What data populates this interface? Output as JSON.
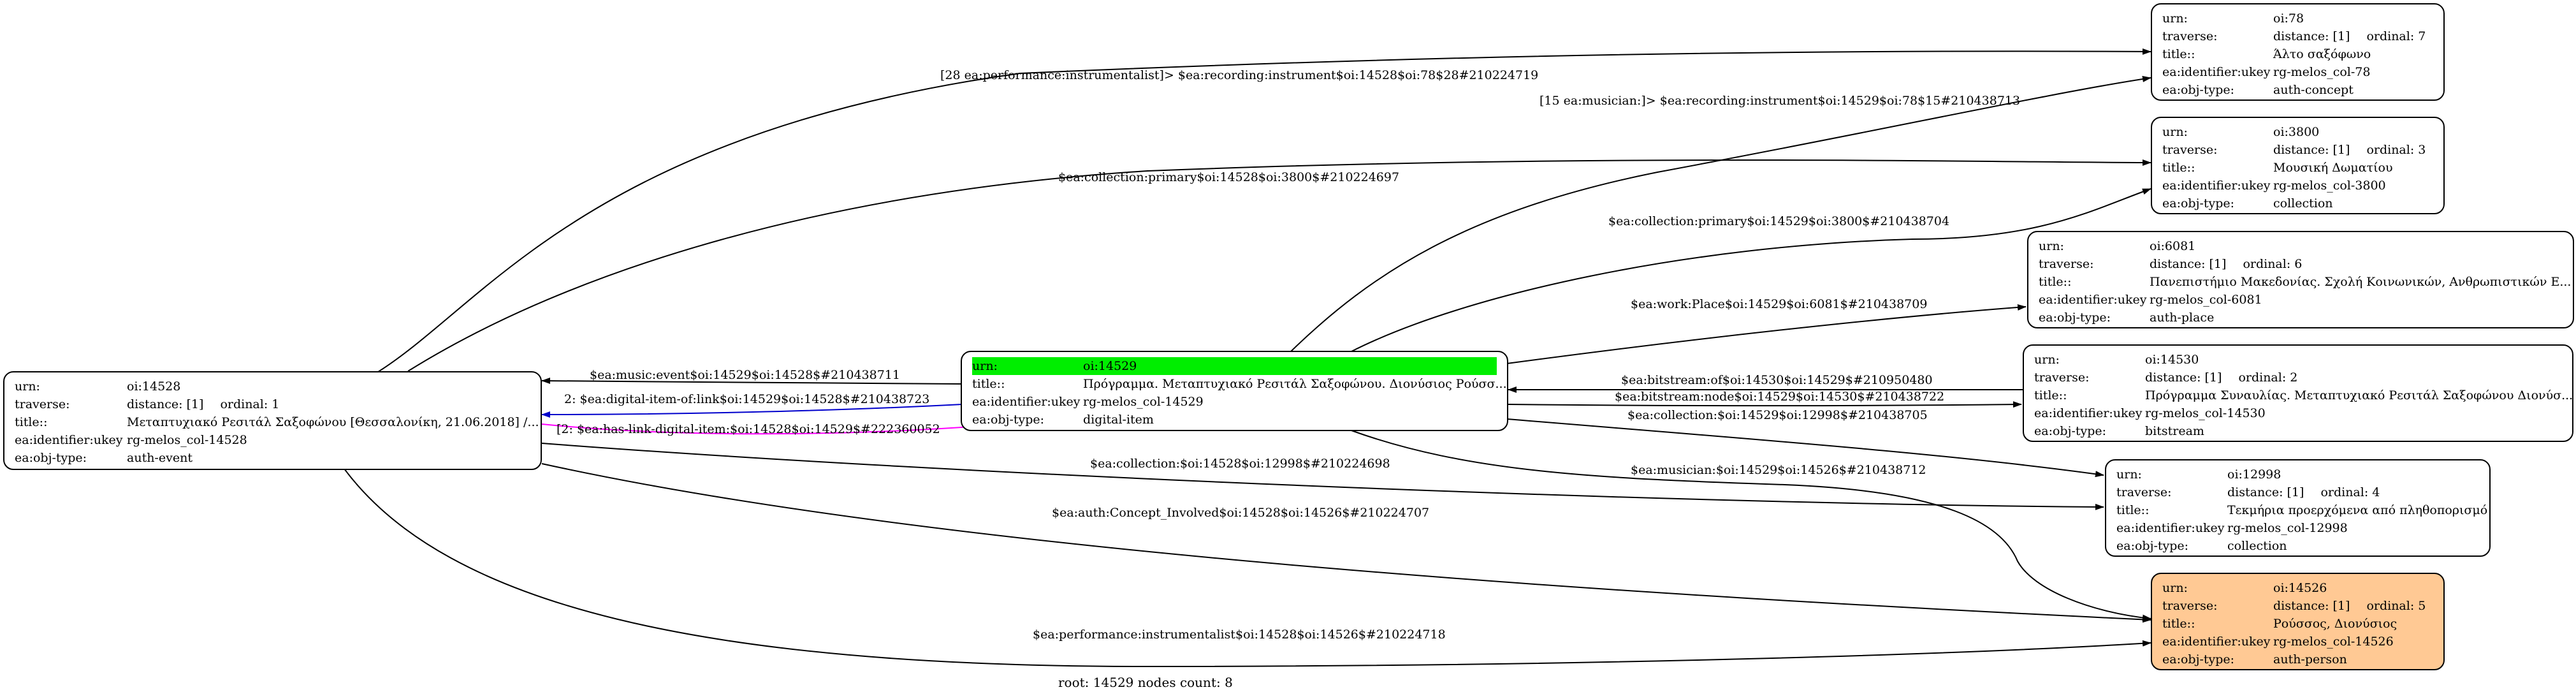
{
  "root": "oi:14529",
  "footer": "root: 14529 nodes count: 8",
  "colors": {
    "highlight": "#00ee00",
    "author_fill": "#ffc994",
    "blue_edge": "#0000cc",
    "magenta_edge": "#ff00ff"
  },
  "nodes": {
    "n14528": {
      "urn": "oi:14528",
      "traverse": "distance: [1]",
      "ordinal": "ordinal: 1",
      "title": "Μεταπτυχιακό Ρεσιτάλ Σαξοφώνου [Θεσσαλονίκη, 21.06.2018] /...",
      "identifier": "rg-melos_col-14528",
      "objtype": "auth-event"
    },
    "n14529": {
      "urn": "oi:14529",
      "title": "Πρόγραμμα. Μεταπτυχιακό Ρεσιτάλ Σαξοφώνου. Διονύσιος Ρούσσ...",
      "identifier": "rg-melos_col-14529",
      "objtype": "digital-item"
    },
    "n78": {
      "urn": "oi:78",
      "traverse": "distance: [1]",
      "ordinal": "ordinal: 7",
      "title": "Άλτο σαξόφωνο",
      "identifier": "rg-melos_col-78",
      "objtype": "auth-concept"
    },
    "n3800": {
      "urn": "oi:3800",
      "traverse": "distance: [1]",
      "ordinal": "ordinal: 3",
      "title": "Μουσική Δωματίου",
      "identifier": "rg-melos_col-3800",
      "objtype": "collection"
    },
    "n6081": {
      "urn": "oi:6081",
      "traverse": "distance: [1]",
      "ordinal": "ordinal: 6",
      "title": "Πανεπιστήμιο Μακεδονίας. Σχολή Κοινωνικών, Ανθρωπιστικών Ε...",
      "identifier": "rg-melos_col-6081",
      "objtype": "auth-place"
    },
    "n14530": {
      "urn": "oi:14530",
      "traverse": "distance: [1]",
      "ordinal": "ordinal: 2",
      "title": "Πρόγραμμα Συναυλίας. Μεταπτυχιακό Ρεσιτάλ Σαξοφώνου Διονύσ...",
      "identifier": "rg-melos_col-14530",
      "objtype": "bitstream"
    },
    "n12998": {
      "urn": "oi:12998",
      "traverse": "distance: [1]",
      "ordinal": "ordinal: 4",
      "title": "Τεκμήρια προερχόμενα από πληθοπορισμό",
      "identifier": "rg-melos_col-12998",
      "objtype": "collection"
    },
    "n14526": {
      "urn": "oi:14526",
      "traverse": "distance: [1]",
      "ordinal": "ordinal: 5",
      "title": "Ρούσσος, Διονύσιος",
      "identifier": "rg-melos_col-14526",
      "objtype": "auth-person"
    }
  },
  "keys": {
    "urn": "urn:",
    "traverse": "traverse:",
    "title": "title::",
    "identifier": "ea:identifier:ukey",
    "objtype": "ea:obj-type:"
  },
  "edges": [
    {
      "from": "oi:14528",
      "to": "oi:78",
      "label": "[28 ea:performance:instrumentalist]> $ea:recording:instrument$oi:14528$oi:78$28#210224719"
    },
    {
      "from": "oi:14529",
      "to": "oi:78",
      "label": "[15 ea:musician:]> $ea:recording:instrument$oi:14529$oi:78$15#210438713"
    },
    {
      "from": "oi:14528",
      "to": "oi:3800",
      "label": "$ea:collection:primary$oi:14528$oi:3800$#210224697"
    },
    {
      "from": "oi:14529",
      "to": "oi:3800",
      "label": "$ea:collection:primary$oi:14529$oi:3800$#210438704"
    },
    {
      "from": "oi:14529",
      "to": "oi:6081",
      "label": "$ea:work:Place$oi:14529$oi:6081$#210438709"
    },
    {
      "from": "oi:14529",
      "to": "oi:14528",
      "label": "$ea:music:event$oi:14529$oi:14528$#210438711"
    },
    {
      "from": "oi:14529",
      "to": "oi:14528",
      "label": "2: $ea:digital-item-of:link$oi:14529$oi:14528$#210438723"
    },
    {
      "from": "oi:14528",
      "to": "oi:14529",
      "label": "[2: $ea:has-link-digital-item:$oi:14528$oi:14529$#222360052"
    },
    {
      "from": "oi:14530",
      "to": "oi:14529",
      "label": "$ea:bitstream:of$oi:14530$oi:14529$#210950480"
    },
    {
      "from": "oi:14529",
      "to": "oi:14530",
      "label": "$ea:bitstream:node$oi:14529$oi:14530$#210438722"
    },
    {
      "from": "oi:14529",
      "to": "oi:12998",
      "label": "$ea:collection:$oi:14529$oi:12998$#210438705"
    },
    {
      "from": "oi:14528",
      "to": "oi:12998",
      "label": "$ea:collection:$oi:14528$oi:12998$#210224698"
    },
    {
      "from": "oi:14529",
      "to": "oi:14526",
      "label": "$ea:musician:$oi:14529$oi:14526$#210438712"
    },
    {
      "from": "oi:14528",
      "to": "oi:14526",
      "label": "$ea:auth:Concept_Involved$oi:14528$oi:14526$#210224707"
    },
    {
      "from": "oi:14528",
      "to": "oi:14526",
      "label": "$ea:performance:instrumentalist$oi:14528$oi:14526$#210224718"
    }
  ]
}
